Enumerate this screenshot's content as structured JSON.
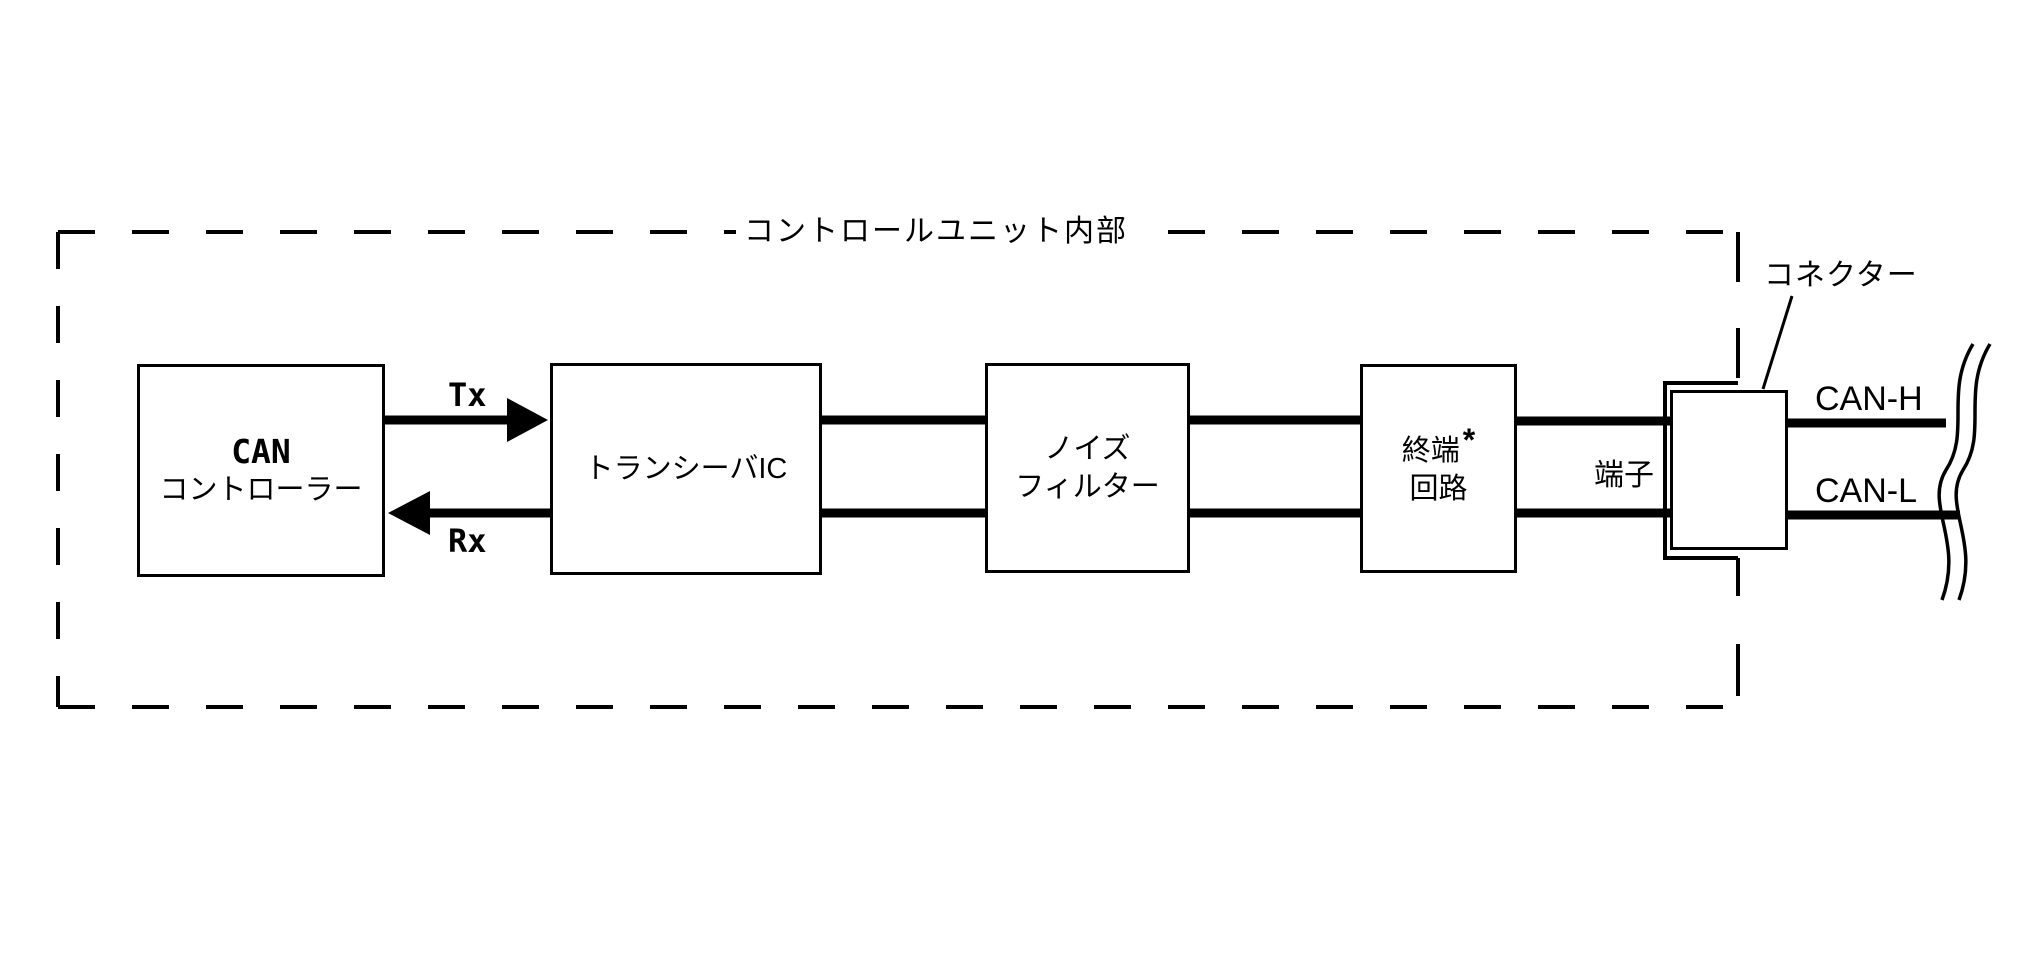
{
  "diagram": {
    "title": "コントロールユニット内部",
    "boxes": [
      {
        "name": "can-controller",
        "lines": [
          "CAN",
          "コントローラー"
        ]
      },
      {
        "name": "transceiver-ic",
        "lines": [
          "トランシーバIC"
        ]
      },
      {
        "name": "noise-filter",
        "lines": [
          "ノイズ",
          "フィルター"
        ]
      },
      {
        "name": "termination-circuit",
        "lines": [
          "終端",
          "回路"
        ],
        "footnote_marker": "*"
      }
    ],
    "signal_labels": {
      "tx": "Tx",
      "rx": "Rx"
    },
    "labels": {
      "terminal": "端子",
      "connector": "コネクター",
      "bus_high": "CAN-H",
      "bus_low": "CAN-L"
    },
    "colors": {
      "ink": "#000000",
      "background": "#ffffff"
    }
  }
}
